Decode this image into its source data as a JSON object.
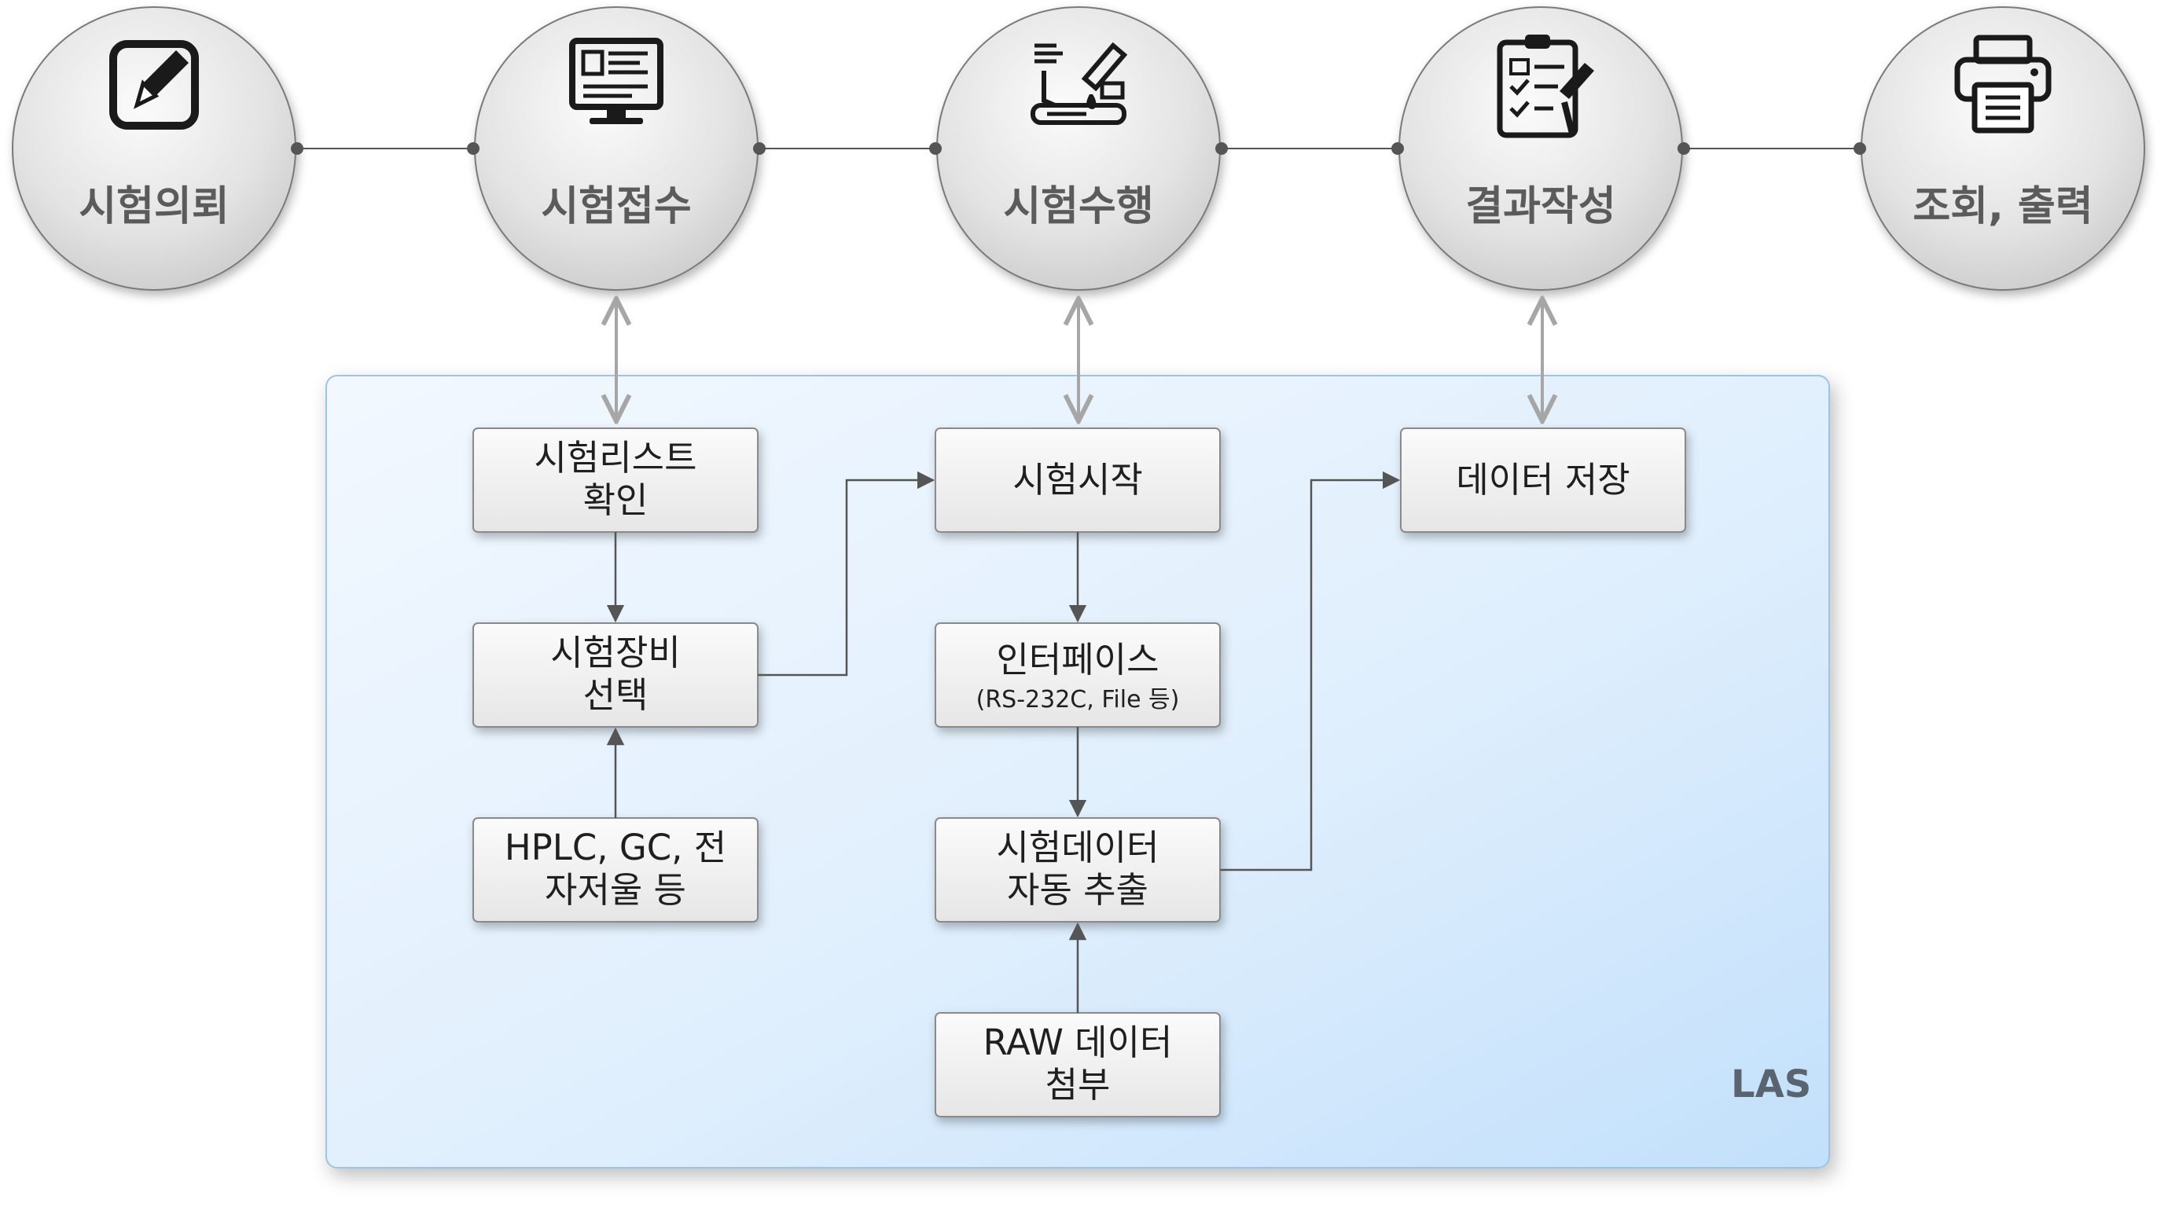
{
  "stages": [
    {
      "label": "시험의뢰",
      "icon": "edit-icon"
    },
    {
      "label": "시험접수",
      "icon": "monitor-icon"
    },
    {
      "label": "시험수행",
      "icon": "lab-test-icon"
    },
    {
      "label": "결과작성",
      "icon": "clipboard-checklist-icon"
    },
    {
      "label": "조회, 출력",
      "icon": "printer-icon"
    }
  ],
  "boxes": {
    "test_list_confirm": [
      "시험리스트",
      "확인"
    ],
    "equipment_select": [
      "시험장비",
      "선택"
    ],
    "equipment_types": [
      "HPLC, GC, 전",
      "자저울 등"
    ],
    "test_start": [
      "시험시작"
    ],
    "interface": {
      "main": "인터페이스",
      "sub": "(RS-232C, File 등)"
    },
    "auto_extract": [
      "시험데이터",
      "자동 추출"
    ],
    "raw_attach": [
      "RAW 데이터",
      "첨부"
    ],
    "data_save": [
      "데이터 저장"
    ]
  },
  "container_label": "LAS",
  "colors": {
    "stage_circle": "#d6d6d6",
    "stage_text": "#5b5b5b",
    "las_fill_start": "#edf6fd",
    "las_fill_end": "#c4e1fb",
    "las_border": "#9dc3e6",
    "box_fill": "#eeeeee",
    "arrow": "#555555",
    "connector_double_arrow": "#a6a6a6"
  }
}
